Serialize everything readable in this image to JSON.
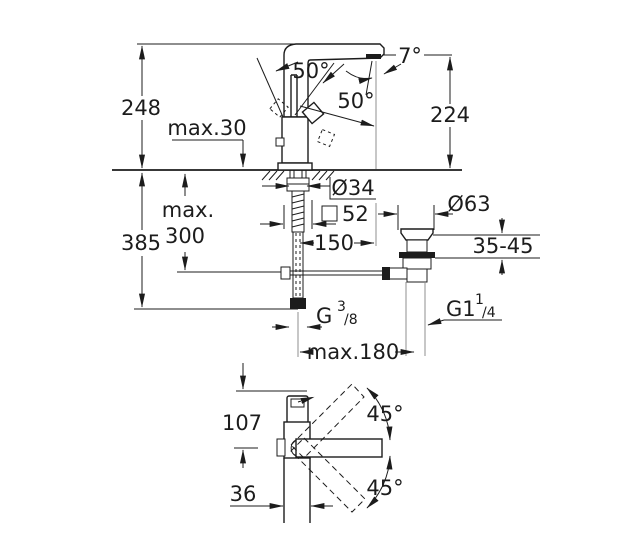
{
  "page": {
    "background": "#ffffff",
    "line_color": "#1c1c1c",
    "secondary_line_color": "#8f8f8f"
  },
  "drawing_type": "faucet-installation-dimension-diagram",
  "views": {
    "upper": "side-view-with-mounting-and-drain",
    "lower": "top-view-spout-swivel"
  },
  "labels": {
    "height_total": "248",
    "deck_max_thickness": "max.30",
    "lever_angle_left": "50°",
    "lever_angle_right": "50°",
    "spray_angle": "7°",
    "spout_height": "224",
    "hole_diameter": "Ø34",
    "body_square_symbol": "□",
    "body_square": "52",
    "max_below": {
      "line1": "max.",
      "line2": "300"
    },
    "total_below": "385",
    "spout_projection": "150",
    "drain_flange_diameter": "Ø63",
    "basin_thickness": "35-45",
    "supply_thread": {
      "base": "G",
      "sup": "3",
      "den": "/8"
    },
    "drain_thread": {
      "base": "G1",
      "sup": "1",
      "den": "/4"
    },
    "max_reach": "max.180",
    "top_view_depth": "107",
    "top_view_offset": "36",
    "swivel_angle_upper": "45°",
    "swivel_angle_lower": "45°"
  }
}
